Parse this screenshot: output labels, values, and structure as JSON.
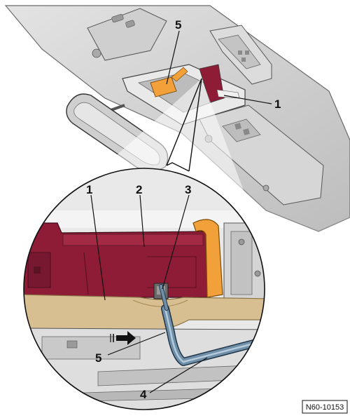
{
  "figure": {
    "id_label": "N60-10153",
    "callouts": [
      "1",
      "2",
      "3",
      "4",
      "5"
    ]
  },
  "colors": {
    "headliner": "#d2d2d2",
    "headliner_shade": "#b9b9b9",
    "trim_beige": "#d7bf91",
    "module_red": "#8e1c36",
    "strap_orange": "#f2a13a",
    "tool_blue": "#6f8fa8",
    "outline": "#3a3a3a"
  },
  "icons": [
    "arrow-right-icon"
  ]
}
